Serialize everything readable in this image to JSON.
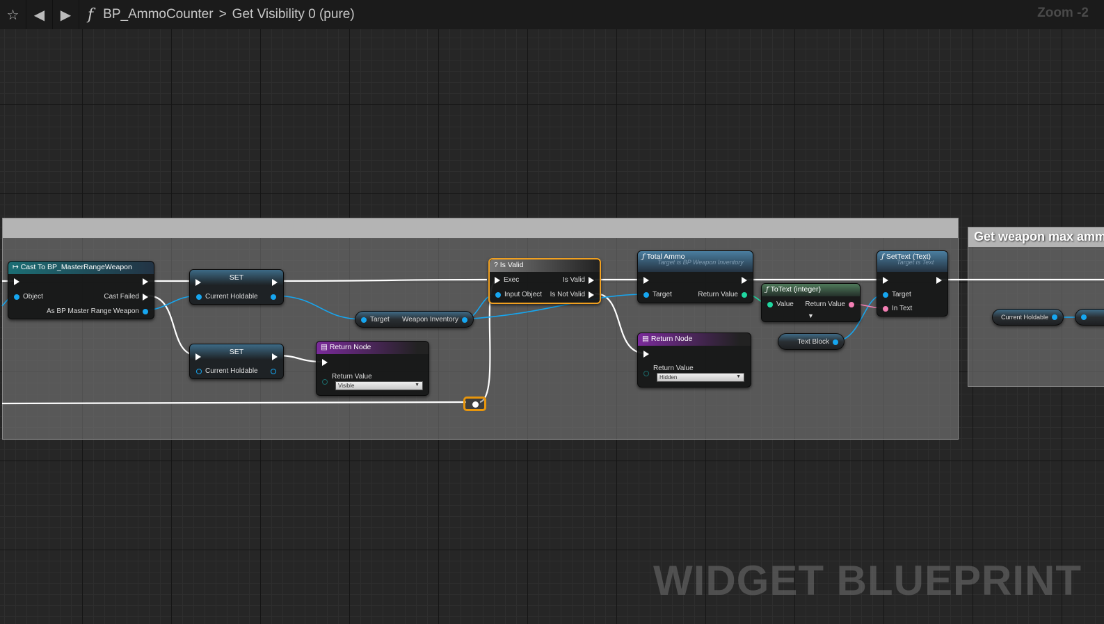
{
  "toolbar": {
    "breadcrumb_root": "BP_AmmoCounter",
    "breadcrumb_sep": ">",
    "breadcrumb_current": "Get Visibility 0 (pure)",
    "zoom": "Zoom -2",
    "icons": [
      "star-icon",
      "back-arrow-icon",
      "forward-arrow-icon",
      "function-icon"
    ]
  },
  "comments": [
    {
      "title": ""
    },
    {
      "title": "Get weapon max ammo"
    }
  ],
  "nodes": {
    "cast": {
      "title": "Cast To BP_MasterRangeWeapon",
      "object": "Object",
      "cast_failed": "Cast Failed",
      "as": "As BP Master Range Weapon"
    },
    "set1": {
      "title": "SET",
      "pin": "Current Holdable"
    },
    "set2": {
      "title": "SET",
      "pin": "Current Holdable"
    },
    "inventory": {
      "target": "Target",
      "out": "Weapon Inventory"
    },
    "return1": {
      "title": "Return Node",
      "label": "Return Value",
      "value": "Visible"
    },
    "isvalid": {
      "title": "Is Valid",
      "exec": "Exec",
      "input": "Input Object",
      "valid": "Is Valid",
      "not_valid": "Is Not Valid"
    },
    "total": {
      "title": "Total Ammo",
      "subtitle": "Target is BP Weapon Inventory",
      "target": "Target",
      "ret": "Return Value"
    },
    "totext": {
      "title": "ToText (integer)",
      "value": "Value",
      "ret": "Return Value"
    },
    "return2": {
      "title": "Return Node",
      "label": "Return Value",
      "value": "Hidden"
    },
    "textblock": {
      "label": "Text Block"
    },
    "settext": {
      "title": "SetText (Text)",
      "subtitle": "Target is Text",
      "target": "Target",
      "in": "In Text"
    },
    "holdable": {
      "label": "Current Holdable"
    }
  },
  "watermark": "WIDGET BLUEPRINT"
}
